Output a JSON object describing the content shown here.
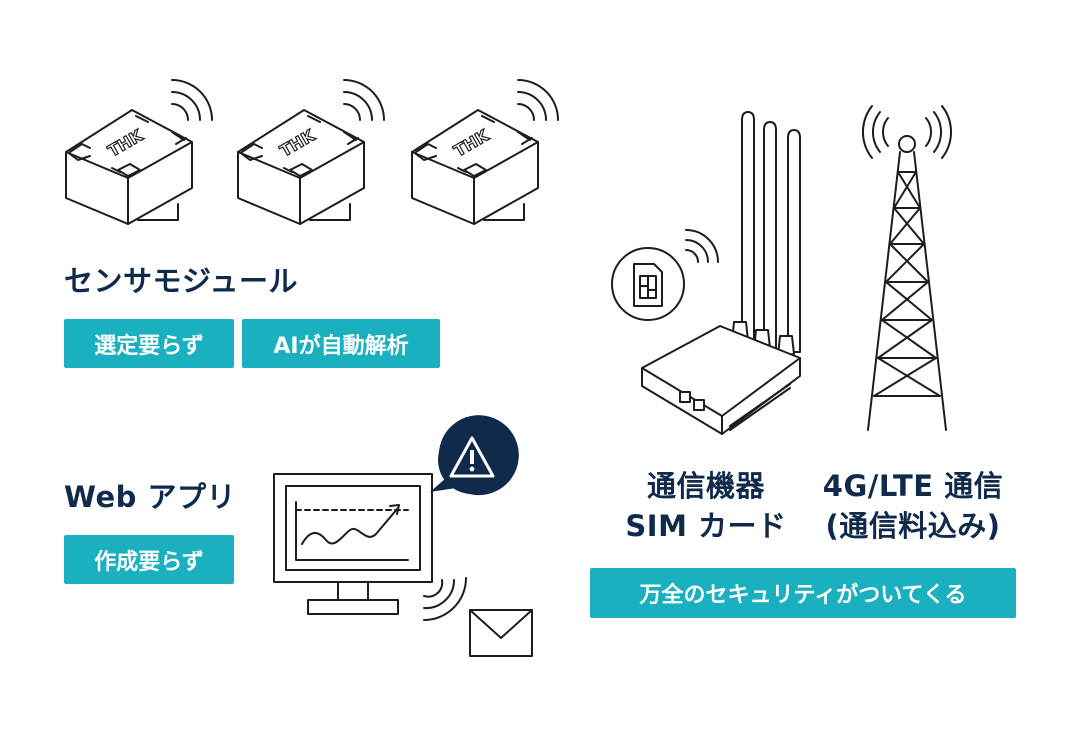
{
  "sensor": {
    "title": "センサモジュール",
    "badges": [
      "選定要らず",
      "AIが自動解析"
    ],
    "device_logo": "THK",
    "device_icon": "sensor-module-icon"
  },
  "webapp": {
    "title": "Web アプリ",
    "badge": "作成要らず",
    "icons": [
      "monitor-chart-icon",
      "warning-icon",
      "mail-icon"
    ]
  },
  "network": {
    "device_label": [
      "通信機器",
      "SIM カード"
    ],
    "lte_label": [
      "4G/LTE 通信",
      "(通信料込み)"
    ],
    "badge": "万全のセキュリティがついてくる",
    "icons": [
      "router-icon",
      "sim-card-icon",
      "cell-tower-icon"
    ]
  },
  "colors": {
    "accent": "#1ab0bf",
    "navy": "#0f2a4a",
    "line": "#1d1d1d"
  }
}
